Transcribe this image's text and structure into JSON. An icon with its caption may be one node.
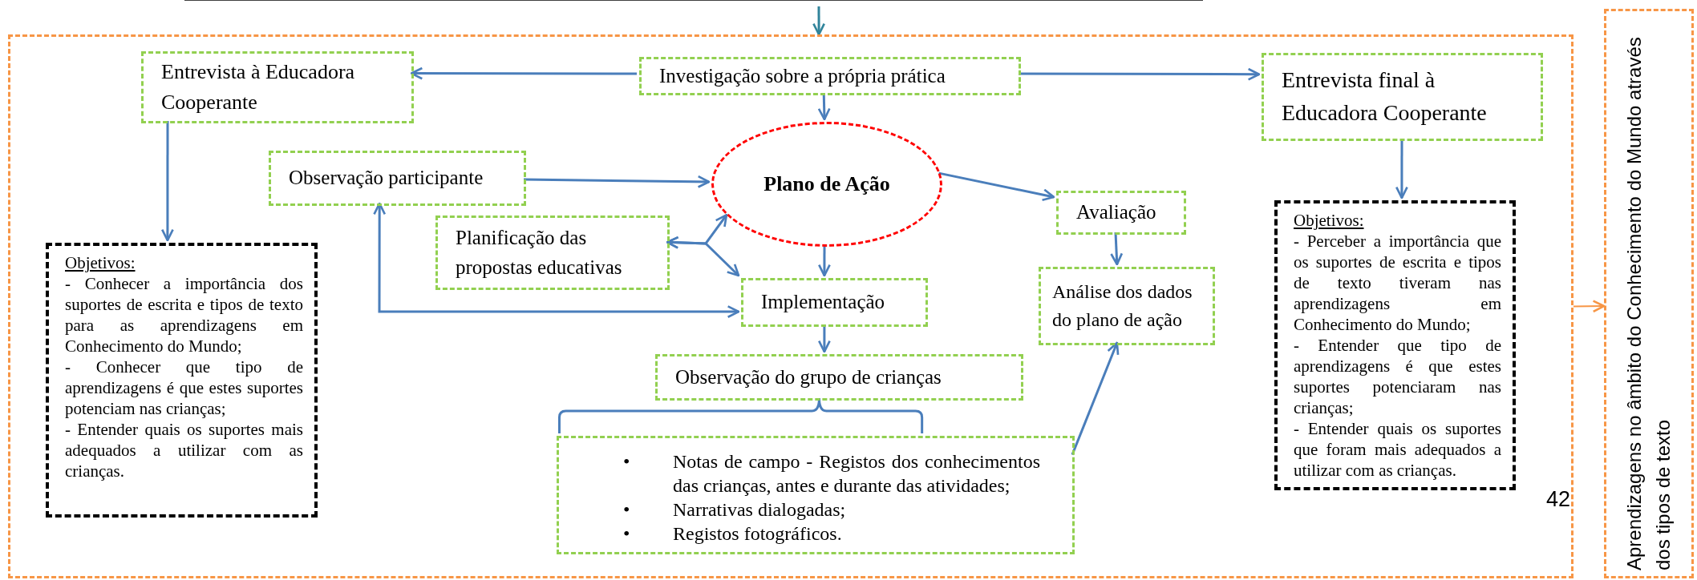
{
  "diagram": {
    "nodes": [
      {
        "text": [],
        "shape": "box"
      },
      {
        "text": [
          "Investigação sobre a própria prática"
        ],
        "in": 0
      },
      {
        "text": [
          "Entrevista à Educadora Cooperante"
        ],
        "in": 0
      },
      {
        "text": [
          "Entrevista final à Educadora Cooperante"
        ],
        "in": 0
      },
      {
        "text": [
          "Observação participante"
        ],
        "in": 0
      },
      {
        "text": [
          "Plano de Ação"
        ],
        "in": 0
      },
      {
        "text": [
          "Planificação das propostas educativas"
        ],
        "in": 0
      },
      {
        "text": [
          "Avaliação"
        ],
        "in": 0
      },
      {
        "text": [
          "Implementação"
        ],
        "in": 0
      },
      {
        "text": [
          "Análise dos dados do plano de ação"
        ],
        "in": 0
      },
      {
        "text": [
          "Objetivos:",
          "- Conhecer a importância dos suportes de escrita e tipos de texto para as aprendizagens em Conhecimento do Mundo;",
          "- Conhecer que tipo de aprendizagens é que estes suportes potenciam nas crianças;",
          "- Entender quais os suportes mais adequados a utilizar com as crianças."
        ],
        "in": 0
      },
      {
        "text": [
          "Observação do grupo de crianças"
        ],
        "in": 0
      },
      {
        "text": [
          "•",
          "Notas de campo - Registos dos conhecimentos das crianças, antes e durante das atividades;",
          "•",
          "Narrativas dialogadas;",
          "•",
          "Registos fotográficos."
        ],
        "in": 0
      },
      {
        "text": [
          "Objetivos:",
          "- Perceber a importância que os suportes de escrita e tipos de texto tiveram nas aprendizagens em Conhecimento do Mundo;",
          "- Entender que tipo de aprendizagens é que estes suportes potenciaram nas crianças;",
          "- Entender quais os suportes que foram mais adequados a utilizar com as crianças."
        ],
        "in": 0
      },
      {
        "text": [
          "Aprendizagens no âmbito do Conhecimento do Mundo através dos tipos de texto"
        ]
      }
    ],
    "edges": [
      {
        "from": 1,
        "to": 2,
        "arrow": "to"
      },
      {
        "from": 1,
        "to": 3,
        "arrow": "to"
      },
      {
        "from": 1,
        "to": 5,
        "arrow": "to"
      },
      {
        "from": 2,
        "to": 10,
        "arrow": "to"
      },
      {
        "from": 3,
        "to": 13,
        "arrow": "to"
      },
      {
        "from": 4,
        "to": 5,
        "arrow": "to"
      },
      {
        "from": 6,
        "to": 5,
        "arrow": "both"
      },
      {
        "from": 6,
        "to": 8,
        "arrow": "both"
      },
      {
        "from": 5,
        "to": 8,
        "arrow": "to"
      },
      {
        "from": 5,
        "to": 7,
        "arrow": "to"
      },
      {
        "from": 7,
        "to": 9,
        "arrow": "to"
      },
      {
        "from": 4,
        "to": 8,
        "arrow": "both"
      },
      {
        "from": 8,
        "to": 11,
        "arrow": "to"
      },
      {
        "from": 11,
        "to": 12,
        "arrow": "none"
      },
      {
        "from": 12,
        "to": 9,
        "arrow": "to"
      },
      {
        "from": null,
        "to": 0,
        "arrow": "to",
        "color": "#31849b"
      },
      {
        "from": 0,
        "to": 14,
        "arrow": "to",
        "color": "#f79646"
      }
    ],
    "labels": [
      "42"
    ]
  }
}
